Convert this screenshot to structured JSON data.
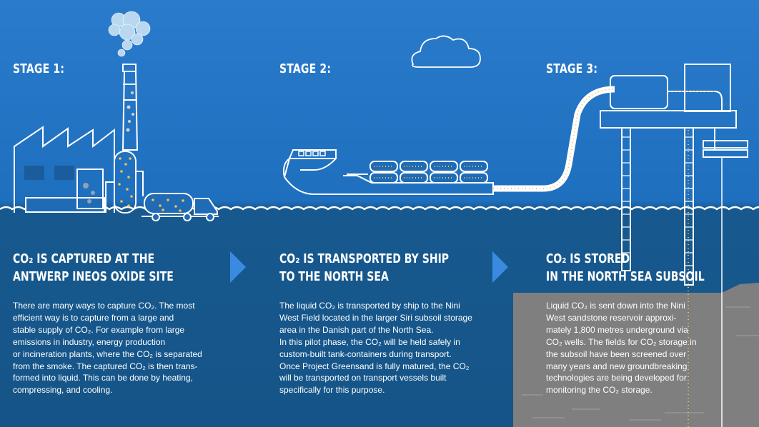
{
  "colors": {
    "sky": "#2a7bcb",
    "sea": "#155487",
    "line": "#ffffff",
    "subsoil": "#7f7f80",
    "arrow": "#3a8be0",
    "dots": "#f2c14e"
  },
  "stages": [
    {
      "label": "STAGE 1:",
      "heading_lines": [
        "CO₂ IS CAPTURED AT THE",
        "ANTWERP INEOS OXIDE SITE"
      ],
      "description_lines": [
        "There are many ways to capture CO₂. The most",
        "efficient way is to capture from a large and",
        "stable supply of CO₂. For example from large",
        "emissions in industry, energy production",
        "or incineration plants, where the CO₂ is separated",
        "from the smoke. The captured CO₂ is then trans-",
        "formed into liquid. This can be done by heating,",
        "compressing, and cooling."
      ]
    },
    {
      "label": "STAGE 2:",
      "heading_lines": [
        "CO₂ IS TRANSPORTED BY SHIP",
        "TO THE NORTH SEA"
      ],
      "description_lines": [
        "The liquid CO₂ is transported by ship to the Nini",
        "West Field located in the larger Siri subsoil storage",
        "area in the Danish part of the North Sea.",
        "In this pilot phase, the CO₂ will be held safely in",
        "custom-built tank-containers during transport.",
        "Once Project Greensand is fully matured, the CO₂",
        "will be transported on transport vessels built",
        "specifically for this purpose."
      ]
    },
    {
      "label": "STAGE 3:",
      "heading_lines": [
        "CO₂ IS STORED",
        "IN THE NORTH SEA SUBSOIL"
      ],
      "description_lines": [
        "Liquid CO₂ is sent down into the Nini",
        "West sandstone reservoir approxi-",
        "mately 1,800 metres underground via",
        "CO₂ wells. The fields for CO₂ storage in",
        "the subsoil have been screened over",
        "many years and new groundbreaking",
        "technologies are being developed for",
        "monitoring the CO₂ storage."
      ]
    }
  ]
}
